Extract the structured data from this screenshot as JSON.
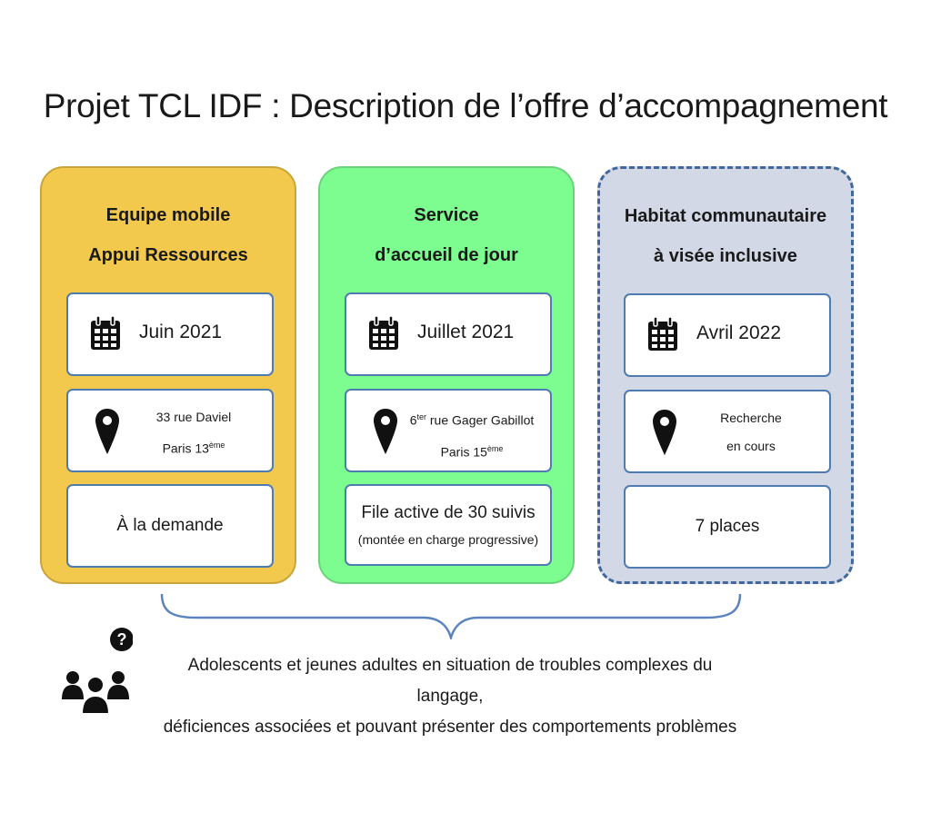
{
  "title": "Projet TCL IDF : Description de l’offre d’accompagnement",
  "columns": [
    {
      "heading_line1": "Equipe mobile",
      "heading_line2": "Appui Ressources",
      "date": "Juin 2021",
      "address_line1": "33 rue Daviel",
      "address_line2_main": "Paris 13",
      "address_line2_sup": "ème",
      "capacity": "À la demande",
      "colors": {
        "background": "#f2c94c",
        "border": "#c9a43a"
      }
    },
    {
      "heading_line1": "Service",
      "heading_line2": "d’accueil de jour",
      "date": "Juillet 2021",
      "address_line1_num": "6",
      "address_line1_sup": "ter",
      "address_line1_rest": " rue Gager Gabillot",
      "address_line2_main": "Paris 15",
      "address_line2_sup": "ème",
      "capacity": "File active de 30 suivis",
      "capacity_note": "(montée en charge progressive)",
      "colors": {
        "background": "#7dfc8f",
        "border": "#6bd37a"
      }
    },
    {
      "heading_line1": "Habitat communautaire",
      "heading_line2": "à visée inclusive",
      "date": "Avril 2022",
      "address_line1": "Recherche",
      "address_line2": "en cours",
      "capacity": "7 places",
      "colors": {
        "background": "#d3d8e6",
        "border": "#41679b"
      }
    }
  ],
  "target": {
    "line1": "Adolescents et jeunes adultes en situation de troubles complexes du langage,",
    "line2": "déficiences associées et pouvant présenter des comportements problèmes"
  },
  "icons": {
    "date": "calendar-icon",
    "location": "map-pin-icon",
    "audience": "people-question-icon"
  },
  "colors": {
    "card_border": "#4e7bb0",
    "brace": "#5b84be",
    "icon": "#111111"
  }
}
